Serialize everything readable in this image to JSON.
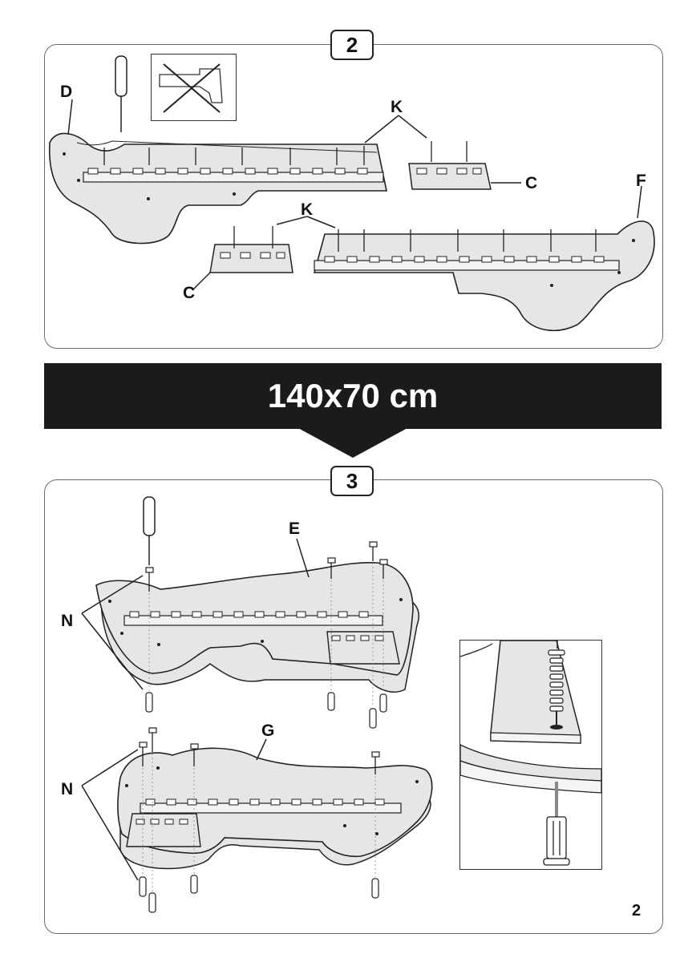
{
  "step2": {
    "number": "2"
  },
  "step3": {
    "number": "3"
  },
  "banner": {
    "text": "140x70 cm"
  },
  "labels": {
    "d": "D",
    "k_top": "K",
    "c_right": "C",
    "f": "F",
    "k_mid": "K",
    "c_left": "C",
    "e": "E",
    "n_upper": "N",
    "g": "G",
    "n_lower": "N"
  },
  "icons": {
    "screwdriver": "screwdriver-icon",
    "no_drill": "no-drill-icon",
    "screw": "screw-icon",
    "dowel": "dowel-pin-icon"
  },
  "page_number": "2",
  "colors": {
    "panel_fill": "#e6e6e6",
    "banner": "#1b1b1b",
    "line": "#222222"
  }
}
